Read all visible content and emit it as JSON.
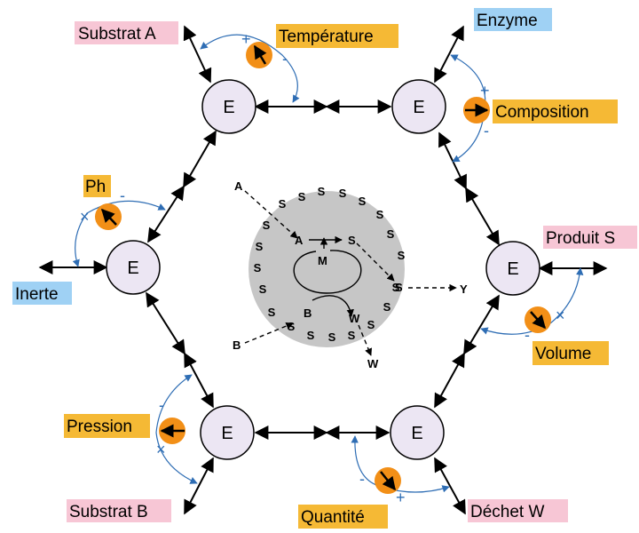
{
  "enzyme_label": "E",
  "nodes": {
    "substrat_a": "Substrat A",
    "temperature": "Température",
    "enzyme": "Enzyme",
    "composition": "Composition",
    "ph": "Ph",
    "inerte": "Inerte",
    "produit_s": "Produit S",
    "volume": "Volume",
    "pression": "Pression",
    "substrat_b": "Substrat B",
    "quantite": "Quantité",
    "dechet_w": "Déchet W"
  },
  "center": {
    "a_out": "A",
    "a_in": "A",
    "b_out": "B",
    "b_in": "B",
    "m": "M",
    "s_product": "S",
    "s_exit": "S",
    "y": "Y",
    "w_in": "W",
    "w_out": "W",
    "s_char": "S"
  },
  "signs": {
    "plus": "+",
    "minus": "-",
    "times": "×"
  },
  "colors": {
    "pink": "#f7c6d5",
    "orange": "#f5b935",
    "blue": "#9fd1f4",
    "knob": "#f28f17",
    "node_fill": "#ece6f3",
    "blob": "#c6c6c6",
    "curve": "#2e6db4"
  }
}
